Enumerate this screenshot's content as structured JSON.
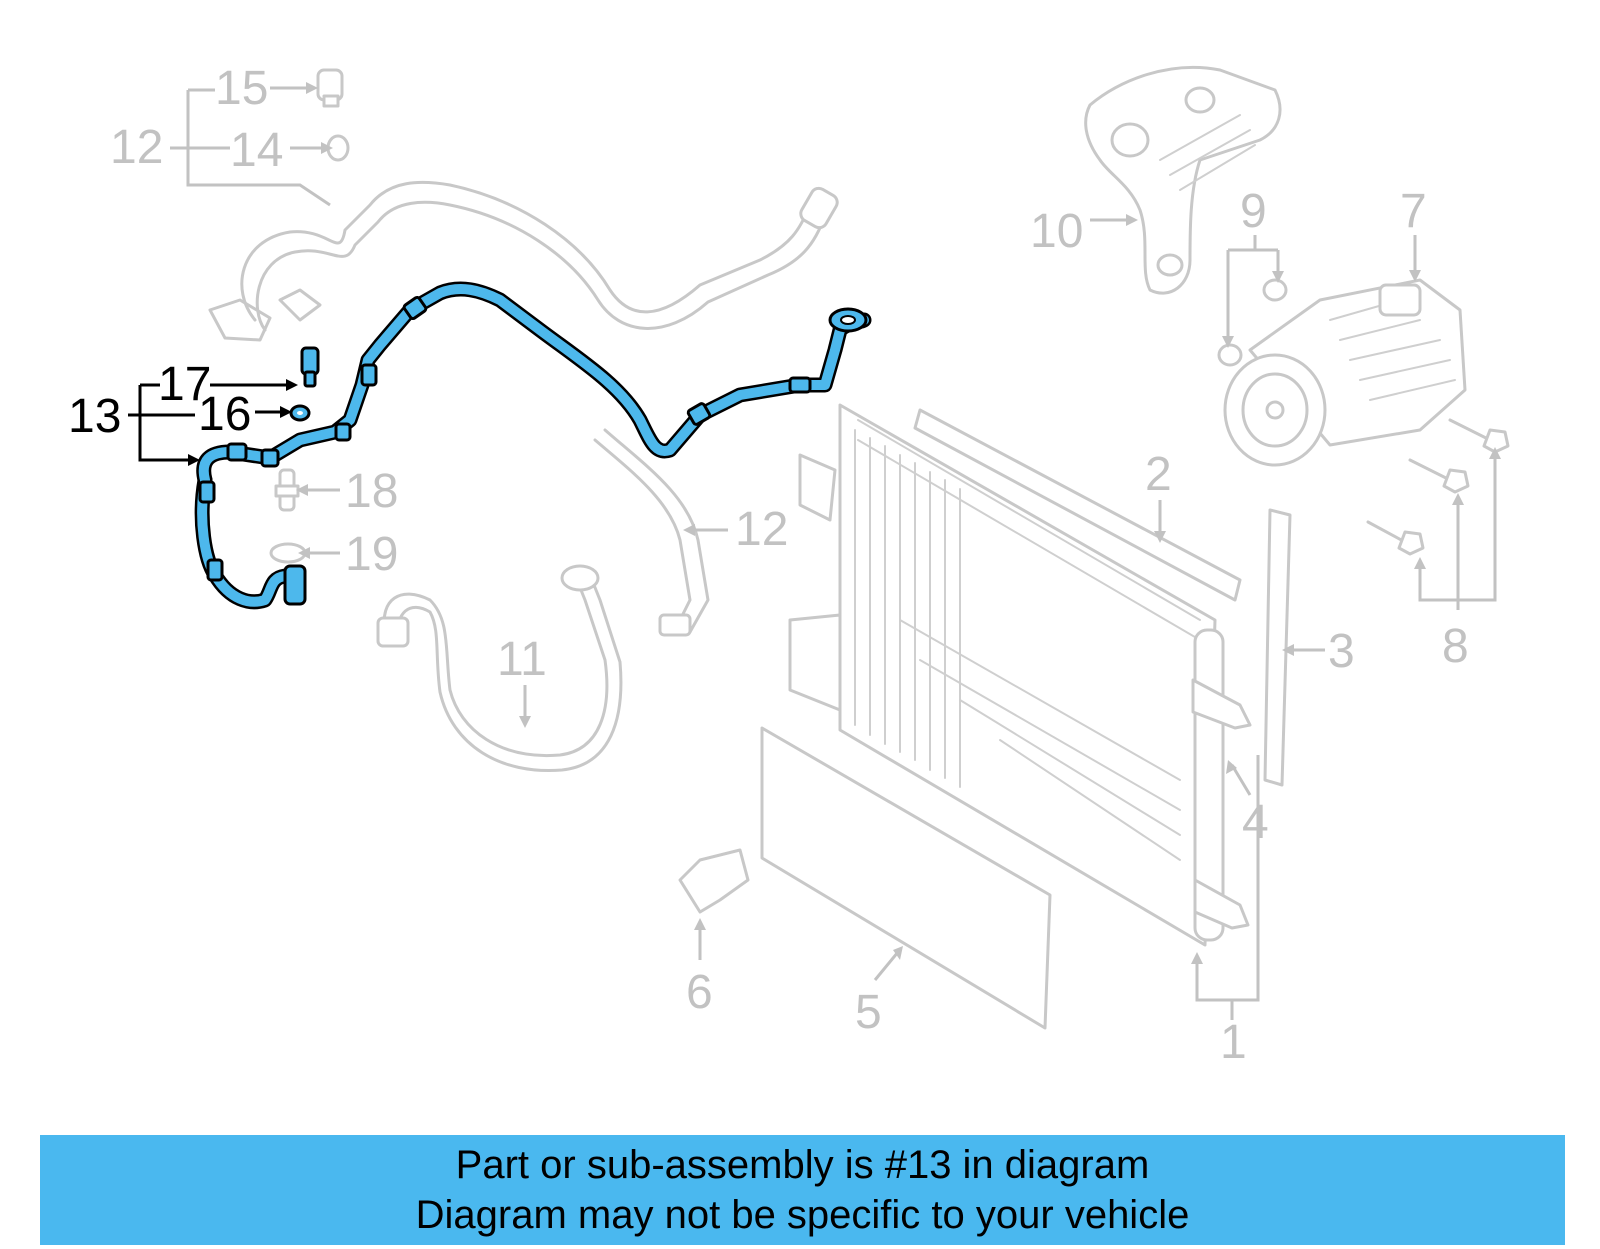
{
  "diagram": {
    "callouts": {
      "c1": "1",
      "c2": "2",
      "c3": "3",
      "c4": "4",
      "c5": "5",
      "c6": "6",
      "c7": "7",
      "c8": "8",
      "c9": "9",
      "c10": "10",
      "c11": "11",
      "c12_top": "12",
      "c12_mid": "12",
      "c13": "13",
      "c14": "14",
      "c15": "15",
      "c16": "16",
      "c17": "17",
      "c18": "18",
      "c19": "19"
    },
    "highlighted_part": "13",
    "highlight_color": "#4db8ec",
    "ghost_color": "#c8c8c8",
    "icons": [
      "condenser-icon",
      "compressor-icon",
      "mount-bracket-icon",
      "hose-icon",
      "bolt-icon",
      "o-ring-icon",
      "sensor-icon"
    ]
  },
  "banner": {
    "line1": "Part or sub-assembly is #13 in diagram",
    "line2": "Diagram may not be specific to your vehicle",
    "background": "#4ab8ef"
  }
}
